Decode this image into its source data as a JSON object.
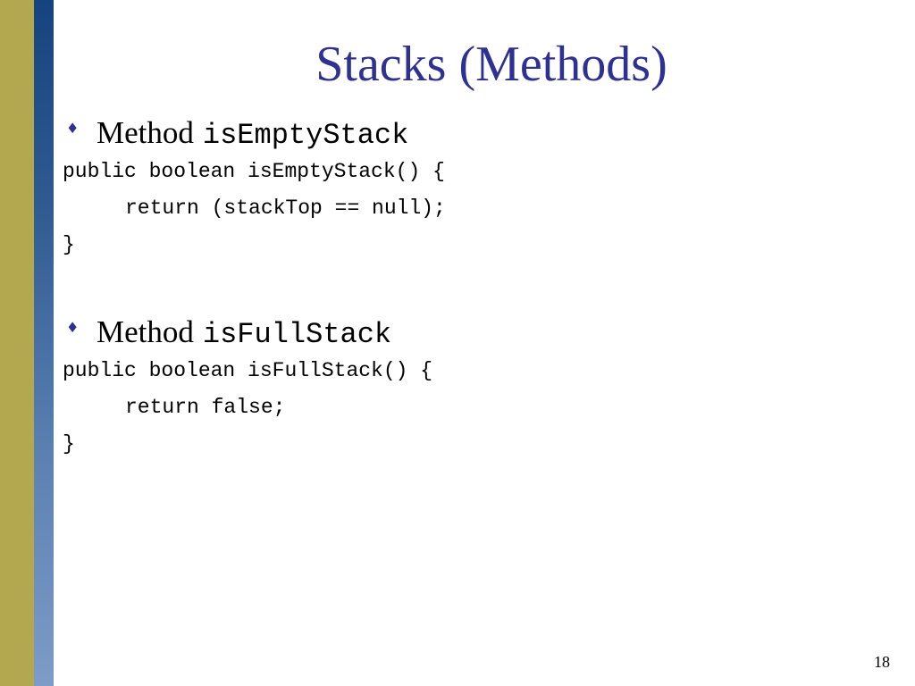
{
  "slide": {
    "title": "Stacks (Methods)",
    "page_number": "18",
    "bullet_glyph": "♦",
    "colors": {
      "title": "#2e3192",
      "olive_stripe": "#b3a74f",
      "blue_stripe": "#16437d"
    }
  },
  "sections": [
    {
      "label": "Method",
      "method_name": "isEmptyStack",
      "code": [
        "public boolean isEmptyStack() {",
        "return (stackTop == null);",
        "}"
      ]
    },
    {
      "label": "Method",
      "method_name": "isFullStack",
      "code": [
        "public boolean isFullStack() {",
        "return false;",
        "}"
      ]
    }
  ]
}
